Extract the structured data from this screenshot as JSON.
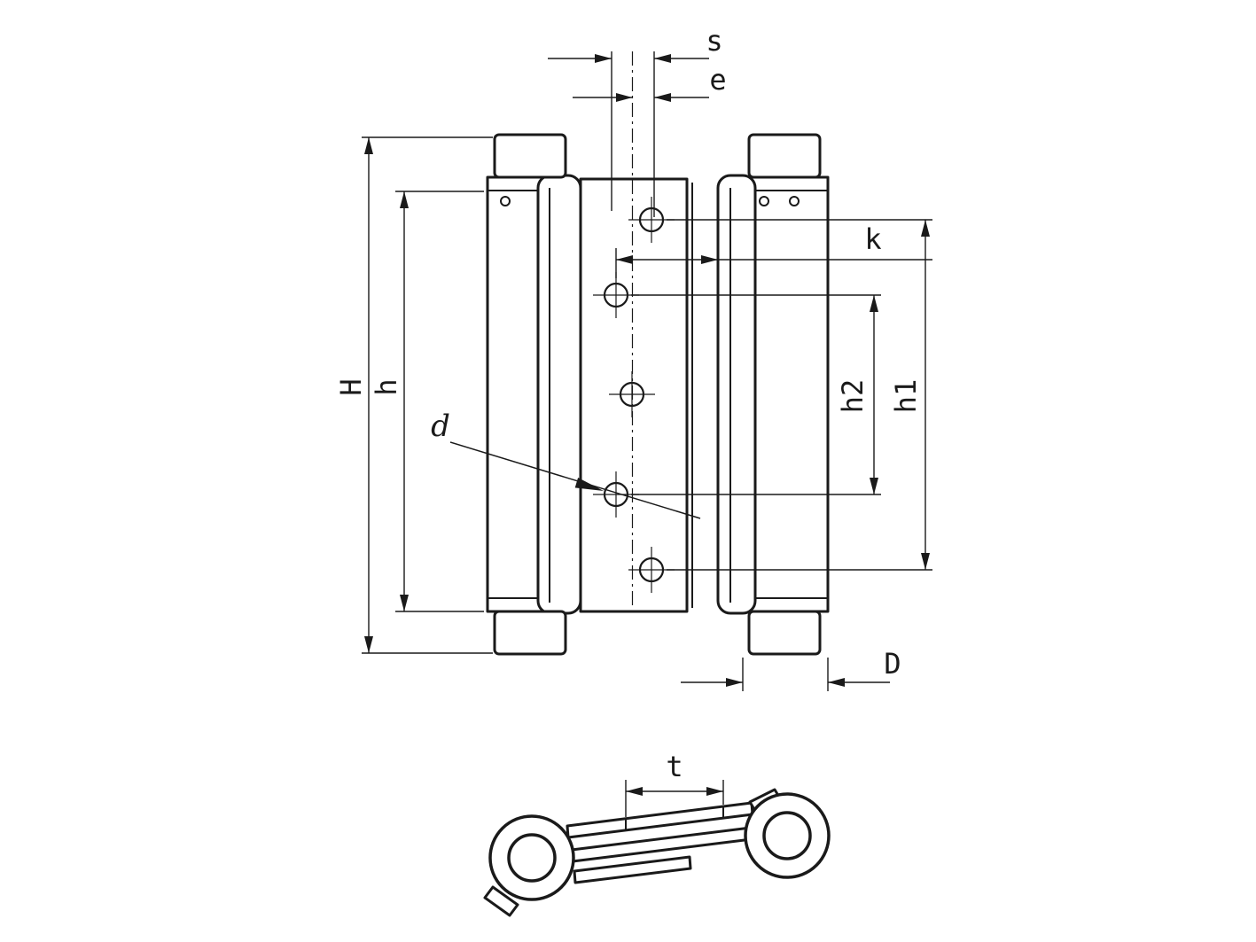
{
  "page": {
    "background": "#ffffff",
    "line_color": "#1a1a1a"
  },
  "dimension_labels": {
    "s": "s",
    "e": "e",
    "H": "H",
    "h": "h",
    "k": "k",
    "h2": "h2",
    "h1": "h1",
    "d": "d",
    "D": "D",
    "t": "t"
  }
}
